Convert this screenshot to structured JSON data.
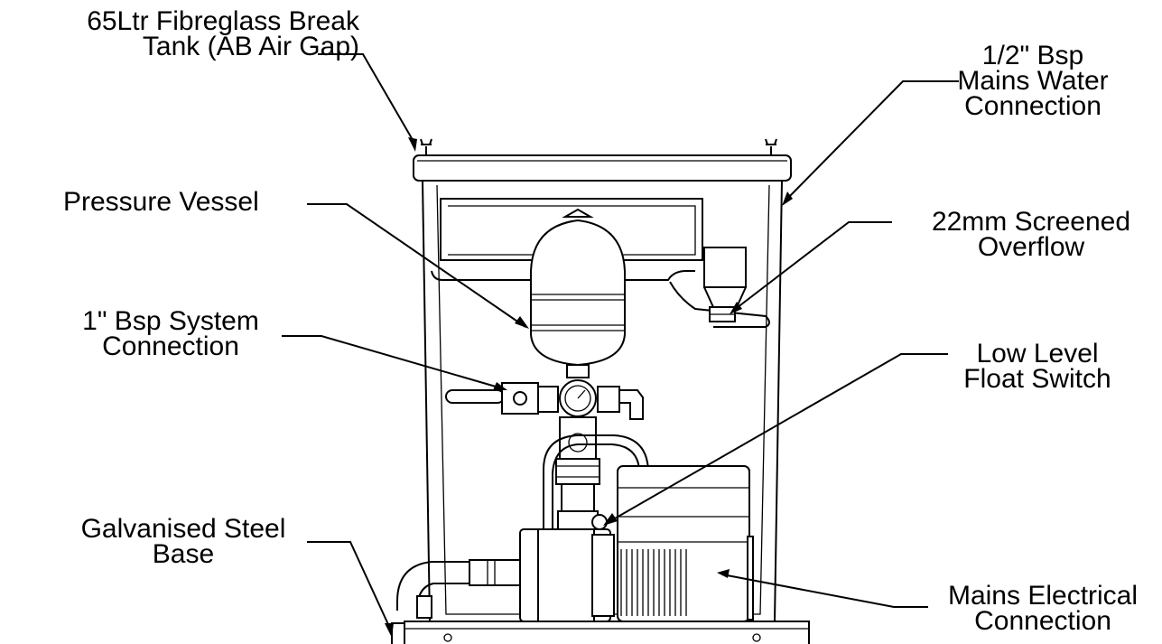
{
  "labels": {
    "break_tank": [
      "65Ltr Fibreglass Break",
      "Tank (AB Air Gap)"
    ],
    "mains_water": [
      "1/2\" Bsp",
      "Mains Water",
      "Connection"
    ],
    "pressure_vessel": [
      "Pressure Vessel"
    ],
    "overflow": [
      "22mm Screened",
      "Overflow"
    ],
    "system_connection": [
      "1\" Bsp System",
      "Connection"
    ],
    "float_switch": [
      "Low Level",
      "Float Switch"
    ],
    "steel_base": [
      "Galvanised Steel",
      "Base"
    ],
    "electrical": [
      "Mains Electrical",
      "Connection"
    ]
  },
  "colors": {
    "line": "#000000",
    "background": "#ffffff"
  }
}
